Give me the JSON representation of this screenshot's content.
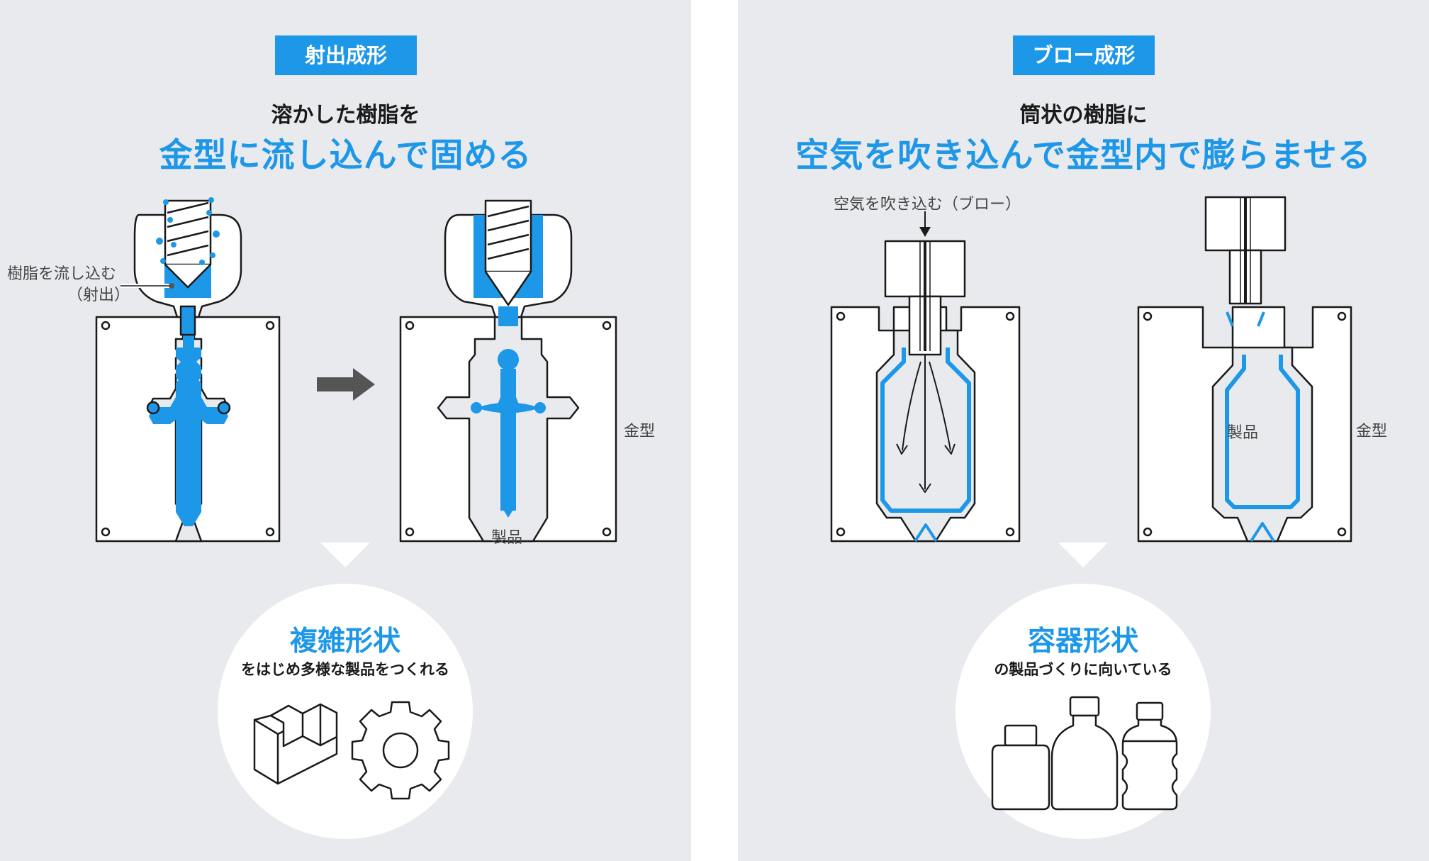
{
  "injection": {
    "badge": "射出成形",
    "subtitle": "溶かした樹脂を",
    "headline": "金型に流し込んで固める",
    "callout_line1": "樹脂を流し込む",
    "callout_line2": "（射出）",
    "product_label": "製品",
    "mold_label": "金型",
    "result_title": "複雑形状",
    "result_sub": "をはじめ多様な製品をつくれる",
    "icons": [
      "u-shape-part-icon",
      "gear-icon"
    ]
  },
  "blow": {
    "badge": "ブロー成形",
    "subtitle": "筒状の樹脂に",
    "headline": "空気を吹き込んで金型内で膨らませる",
    "air_label": "空気を吹き込む（ブロー）",
    "product_label": "製品",
    "mold_label": "金型",
    "result_title": "容器形状",
    "result_sub": "の製品づくりに向いている",
    "icons": [
      "small-bottle-icon",
      "bottle-icon",
      "ribbed-bottle-icon"
    ]
  },
  "colors": {
    "accent": "#1d97e8",
    "panel_bg": "#e9eaee",
    "line": "#1a1a1a",
    "arrow": "#555555"
  }
}
